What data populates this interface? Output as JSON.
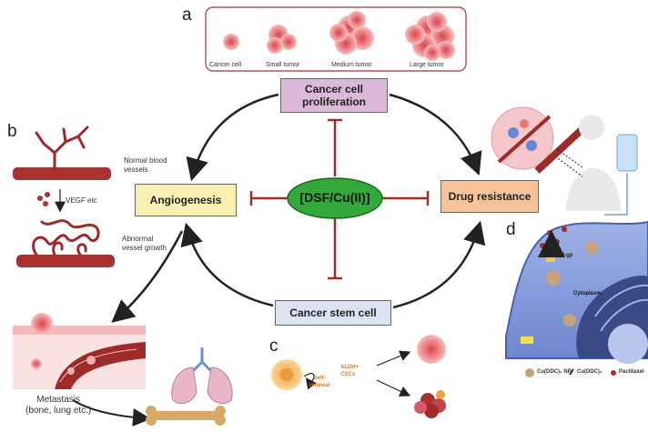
{
  "panels": {
    "a": "a",
    "b": "b",
    "c": "c",
    "d": "d"
  },
  "panel_a": {
    "stages": [
      "Cancer cell",
      "Small tumor",
      "Medium tumor",
      "Large tumor"
    ]
  },
  "center": {
    "label": "[DSF/Cu(II)]"
  },
  "nodes": {
    "proliferation": "Cancer cell proliferation",
    "proliferation_line1": "Cancer cell",
    "proliferation_line2": "proliferation",
    "angiogenesis": "Angiogenesis",
    "drug_resistance": "Drug resistance",
    "stem_cell": "Cancer stem cell"
  },
  "panel_b": {
    "normal_line1": "Normal blood",
    "normal_line2": "vessels",
    "vegf": "VEGF etc",
    "abnormal_line1": "Abnormal",
    "abnormal_line2": "vessel growth",
    "metastasis_line1": "Metastasis",
    "metastasis_line2": "(bone, lung etc.)"
  },
  "panel_c": {
    "self_renewal_line1": "Self-",
    "self_renewal_line2": "renewal",
    "aldh_line1": "ALDH+",
    "aldh_line2": "CSCs"
  },
  "panel_d": {
    "pgp": "P-gp",
    "cytoplasm": "Cytoplasm",
    "legend": [
      "Cu(DDC)₂ NP",
      "Cu(DDC)₂",
      "Paclitaxel"
    ]
  },
  "colors": {
    "proliferation_fill": "#dcb9d8",
    "angiogenesis_fill": "#fbf0b4",
    "drug_resistance_fill": "#f6c39b",
    "stem_cell_fill": "#dce4f4",
    "center_fill": "#33a83b",
    "inhibit": "#a52a2a",
    "arrow": "#222222",
    "vessel": "#9e2a2a",
    "tumor": "#e8767a"
  }
}
